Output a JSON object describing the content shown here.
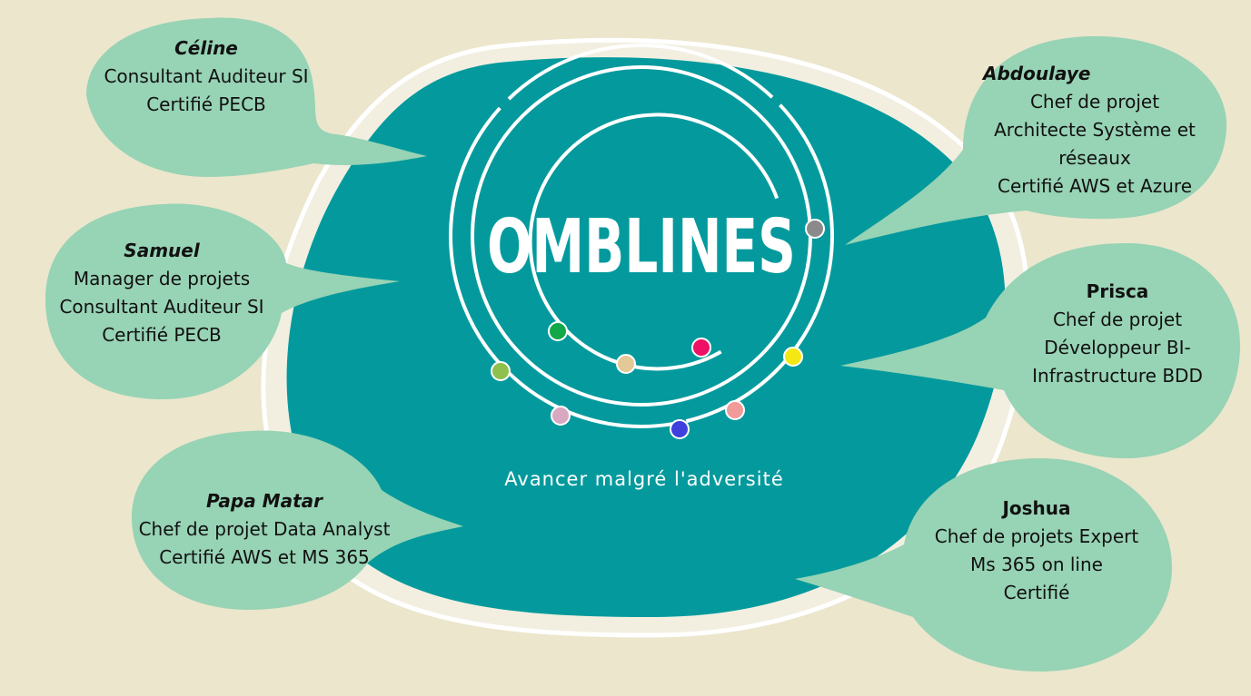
{
  "logo": {
    "title": "OMBLINES"
  },
  "tagline": "Avancer malgré l'adversité",
  "colors": {
    "background": "#ebe6cc",
    "blob": "#049a9d",
    "bubble": "#97d3b5",
    "ring": "#ffffff",
    "dots": [
      "#8a8a8a",
      "#12a84a",
      "#e2c996",
      "#ee1166",
      "#f4e813",
      "#8fbf4c",
      "#d9a8c0",
      "#3e3fdc",
      "#f09a9a"
    ]
  },
  "team": [
    {
      "name": "Céline",
      "italic": true,
      "lines": [
        "Consultant Auditeur SI",
        "Certifié PECB"
      ]
    },
    {
      "name": "Samuel",
      "italic": true,
      "lines": [
        "Manager de projets",
        "Consultant Auditeur SI",
        "Certifié PECB"
      ]
    },
    {
      "name": "Papa Matar",
      "italic": true,
      "lines": [
        "Chef de projet Data Analyst",
        "Certifié AWS et MS 365"
      ]
    },
    {
      "name": "Abdoulaye",
      "italic": true,
      "lines": [
        "Chef de projet",
        "Architecte Système et",
        "réseaux",
        "Certifié AWS et Azure"
      ]
    },
    {
      "name": "Prisca",
      "italic": false,
      "lines": [
        "Chef de projet",
        "Développeur BI-",
        "Infrastructure BDD"
      ]
    },
    {
      "name": "Joshua",
      "italic": false,
      "lines": [
        "Chef de projets Expert",
        "Ms 365 on line",
        "Certifié"
      ]
    }
  ]
}
